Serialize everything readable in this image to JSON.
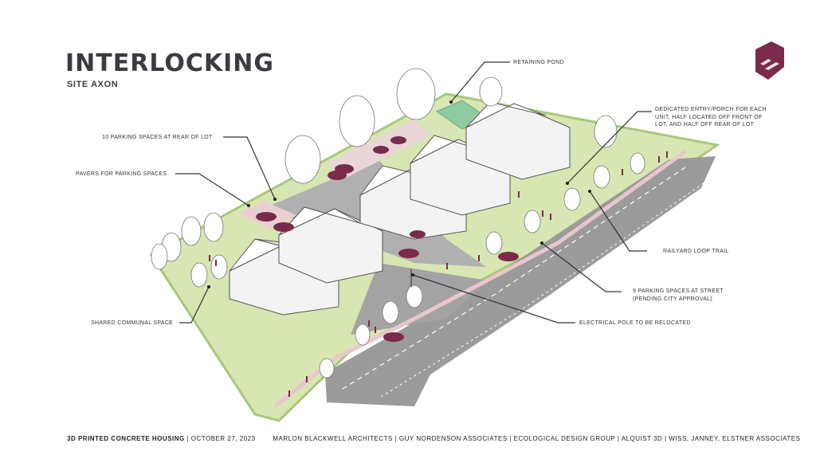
{
  "header": {
    "title": "INTERLOCKING",
    "subtitle": "SITE AXON"
  },
  "callouts": {
    "retaining_pond": "RETAINING POND",
    "parking_rear": "10 PARKING SPACES AT REAR OF LOT",
    "pavers": "PAVERS FOR PARKING SPACES",
    "entry_porch_1": "DEDICATED ENTRY/PORCH FOR EACH",
    "entry_porch_2": "UNIT, HALF LOCATED OFF FRONT OF",
    "entry_porch_3": "LOT, AND HALF OFF REAR OF LOT",
    "railyard_trail": "RAILYARD LOOP TRAIL",
    "street_parking_1": "9 PARKING SPACES AT STREET",
    "street_parking_2": "(PENDING CITY APPROVAL)",
    "shared_space": "SHARED COMMUNAL SPACE",
    "electrical_pole": "ELECTRICAL POLE TO BE RELOCATED"
  },
  "footer": {
    "project": "3D PRINTED CONCRETE HOUSING",
    "date": "| OCTOBER 27, 2023",
    "credits": "MARLON BLACKWELL ARCHITECTS | GUY NORDENSON ASSOCIATES | ECOLOGICAL DESIGN GROUP | ALQUIST 3D | WISS, JANNEY, ELSTNER ASSOCIATES"
  },
  "colors": {
    "accent": "#7a2a4a",
    "grass": "#cfe0a8",
    "grass_edge": "#a9c77a",
    "road": "#9a9a9a",
    "pavers": "#e9cfd3",
    "building": "#f4f4f4",
    "pond": "#8ecba0"
  }
}
